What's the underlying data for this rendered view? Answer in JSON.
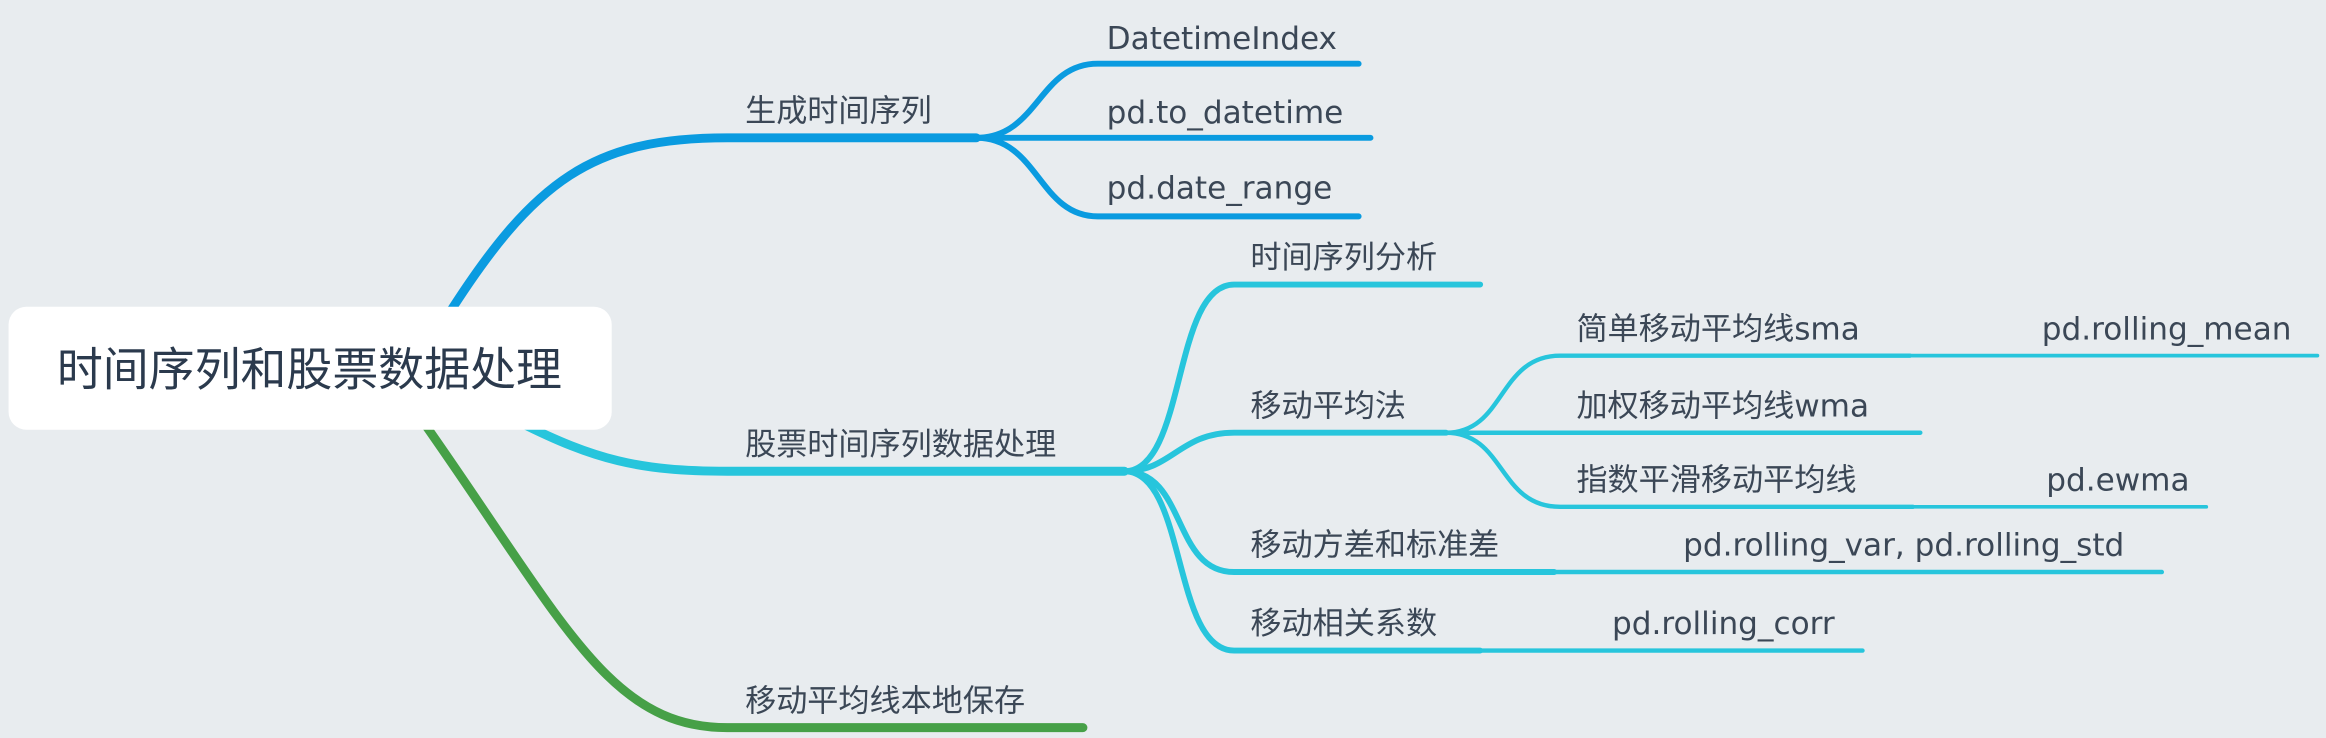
{
  "root": {
    "label": "时间序列和股票数据处理"
  },
  "colors": {
    "background": "#e8ecef",
    "branch_blue": "#0a9be0",
    "branch_cyan": "#27c5dc",
    "branch_green": "#46a047",
    "text": "#3b4756"
  },
  "branches": [
    {
      "label": "生成时间序列",
      "children": [
        {
          "label": "DatetimeIndex"
        },
        {
          "label": "pd.to_datetime"
        },
        {
          "label": "pd.date_range"
        }
      ]
    },
    {
      "label": "股票时间序列数据处理",
      "children": [
        {
          "label": "时间序列分析"
        },
        {
          "label": "移动平均法",
          "children": [
            {
              "label": "简单移动平均线sma",
              "detail": "pd.rolling_mean"
            },
            {
              "label": "加权移动平均线wma"
            },
            {
              "label": "指数平滑移动平均线",
              "detail": "pd.ewma"
            }
          ]
        },
        {
          "label": "移动方差和标准差",
          "detail": "pd.rolling_var, pd.rolling_std"
        },
        {
          "label": "移动相关系数",
          "detail": "pd.rolling_corr"
        }
      ]
    },
    {
      "label": "移动平均线本地保存"
    }
  ]
}
